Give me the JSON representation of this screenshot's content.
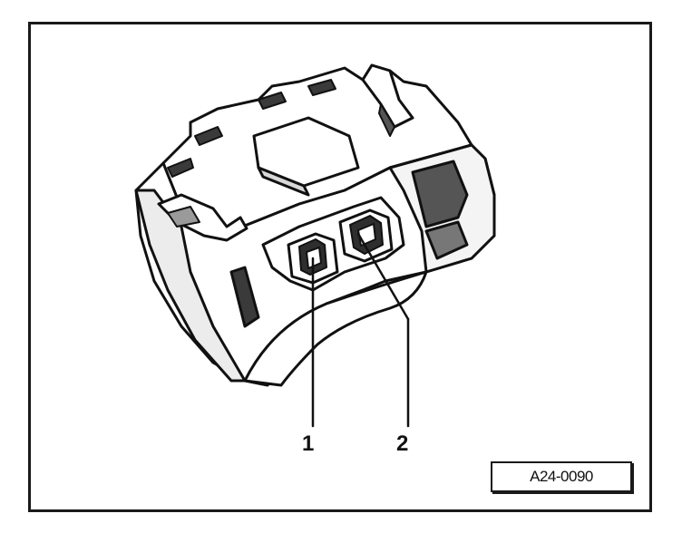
{
  "diagram": {
    "callouts": [
      {
        "label": "1"
      },
      {
        "label": "2"
      }
    ],
    "figure_code": "A24-0090",
    "colors": {
      "ink": "#111111",
      "body_fill": "#ffffff",
      "shade": "#4a4a4a",
      "frame": "#1a1a1a"
    }
  }
}
